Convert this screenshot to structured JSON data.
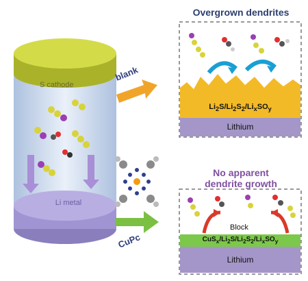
{
  "cell": {
    "cathode_label": "S cathode",
    "anode_label": "Li metal"
  },
  "arrows": {
    "top_label": "blank",
    "bottom_label": "CuPc"
  },
  "top_panel": {
    "title": "Overgrown dendrites",
    "layer_label": "Li2S/Li2S2/LixSOy",
    "base_label": "Lithium"
  },
  "bottom_panel": {
    "title_line1": "No apparent",
    "title_line2": "dendrite growth",
    "block_label": "Block",
    "layer_label": "CuSx/Li2S/Li2S2/LixSOy",
    "base_label": "Lithium"
  },
  "colors": {
    "cathode": "#c8d236",
    "anode": "#a79ad6",
    "lithium": "#a496c8",
    "dendrite": "#f3ba27",
    "cupc_layer": "#7cc84a",
    "arrow_top": "#f0a52a",
    "arrow_bottom": "#7bc043",
    "blue_arrow": "#1a9fd4",
    "red_arrow": "#d93a2a"
  }
}
